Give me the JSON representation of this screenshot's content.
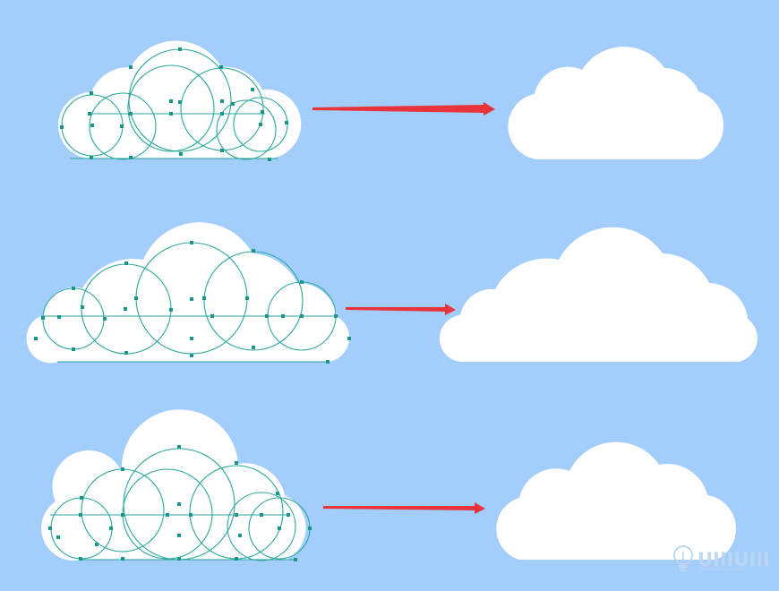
{
  "colors": {
    "background": "#a3cdfb",
    "cloud_fill": "#ffffff",
    "guide_stroke": "#2aa79b",
    "anchor_point": "#1a958a",
    "arrow": "#e8333a",
    "watermark": "#bcd7f2"
  },
  "rows": [
    {
      "id": "cloud-1",
      "construction": "circles-with-anchor-points",
      "result": "merged-cloud-shape"
    },
    {
      "id": "cloud-2",
      "construction": "circles-with-anchor-points",
      "result": "merged-cloud-shape"
    },
    {
      "id": "cloud-3",
      "construction": "circles-with-anchor-points",
      "result": "merged-cloud-shape"
    }
  ],
  "watermark": {
    "icon": "lightbulb-icon",
    "text": "UIIIUIII",
    "subtext": "优优教程网 uiiiuiii.com"
  }
}
